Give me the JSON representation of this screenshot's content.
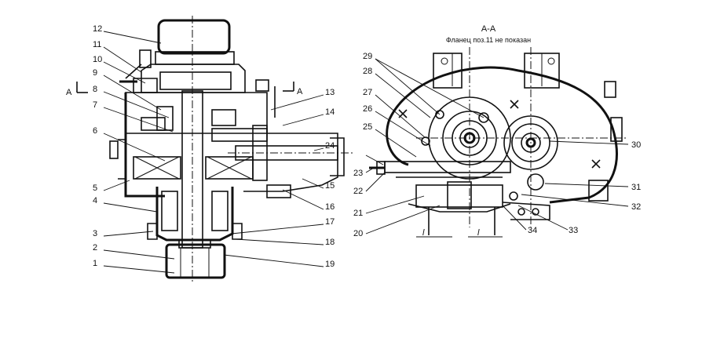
{
  "section_title": "А-А",
  "section_note": "Фланец поз.11 не показан",
  "section_marks": [
    "А",
    "А"
  ],
  "dimension_marks": [
    "l",
    "l"
  ],
  "callouts_left": [
    "12",
    "11",
    "10",
    "9",
    "8",
    "7",
    "6",
    "5",
    "4",
    "3",
    "2",
    "1",
    "13",
    "14",
    "24",
    "15",
    "16",
    "17",
    "18",
    "19"
  ],
  "callouts_right": [
    "29",
    "28",
    "27",
    "26",
    "25",
    "23",
    "22",
    "21",
    "20",
    "30",
    "31",
    "32",
    "33",
    "34"
  ]
}
